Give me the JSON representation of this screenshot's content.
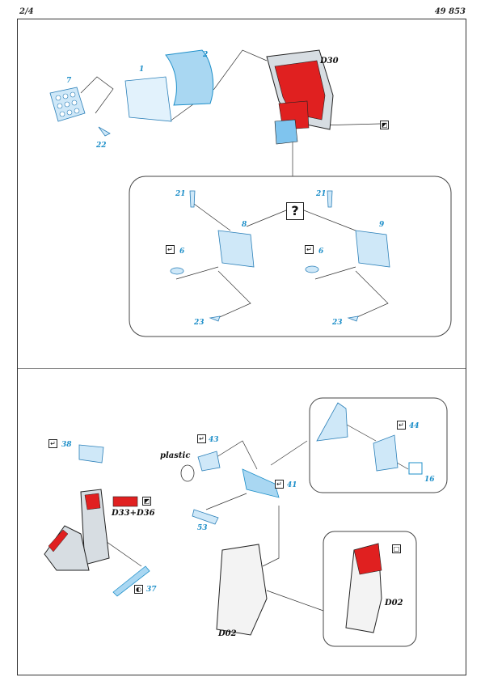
{
  "header": {
    "page": "2/4",
    "code": "49 853"
  },
  "top": {
    "parts": [
      "7",
      "1",
      "2",
      "22"
    ],
    "label_d30": "D30",
    "question": "?",
    "sub_parts": [
      "21",
      "8",
      "6",
      "23",
      "21",
      "9",
      "6",
      "23"
    ]
  },
  "bottom": {
    "parts": [
      "38",
      "43",
      "41",
      "53",
      "44",
      "16",
      "37"
    ],
    "label_plastic": "plastic",
    "label_d33": "D33+D36",
    "label_d02_left": "D02",
    "label_d02_right": "D02"
  },
  "colors": {
    "part_blue": "#1e8fc9",
    "paint_red": "#e02020",
    "line": "#222222"
  },
  "icons": [
    "bend-icon",
    "gradient-swatch-icon",
    "paint-dot-icon",
    "square-icon"
  ]
}
